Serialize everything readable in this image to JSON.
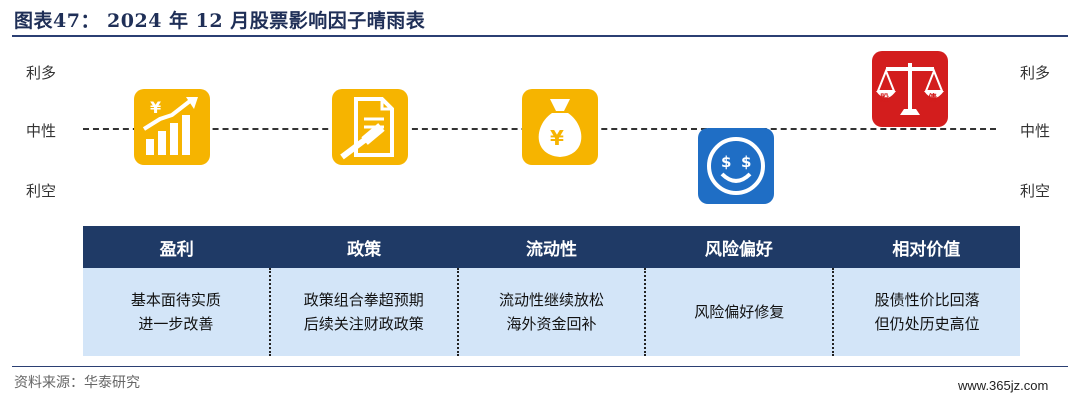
{
  "title": "图表47： 2024 年 12 月股票影响因子晴雨表",
  "levels": {
    "bull": "利多",
    "neutral": "中性",
    "bear": "利空"
  },
  "factors": [
    {
      "name": "盈利",
      "line1": "基本面待实质",
      "line2": "进一步改善",
      "icon": "earnings-chart-icon",
      "color": "#f6b400"
    },
    {
      "name": "政策",
      "line1": "政策组合拳超预期",
      "line2": "后续关注财政政策",
      "icon": "policy-gavel-icon",
      "color": "#f6b400"
    },
    {
      "name": "流动性",
      "line1": "流动性继续放松",
      "line2": "海外资金回补",
      "icon": "money-bag-icon",
      "color": "#f6b400"
    },
    {
      "name": "风险偏好",
      "line1": "风险偏好修复",
      "line2": "",
      "icon": "smiley-dollar-icon",
      "color": "#1f6ec5"
    },
    {
      "name": "相对价值",
      "line1": "股债性价比回落",
      "line2": "但仍处历史高位",
      "icon": "stock-bond-scale-icon",
      "color": "#d31d1d"
    }
  ],
  "scale_labels": {
    "stock": "股",
    "bond": "债",
    "yen": "¥"
  },
  "source": "资料来源：华泰研究",
  "watermark": "www.365jz.com"
}
